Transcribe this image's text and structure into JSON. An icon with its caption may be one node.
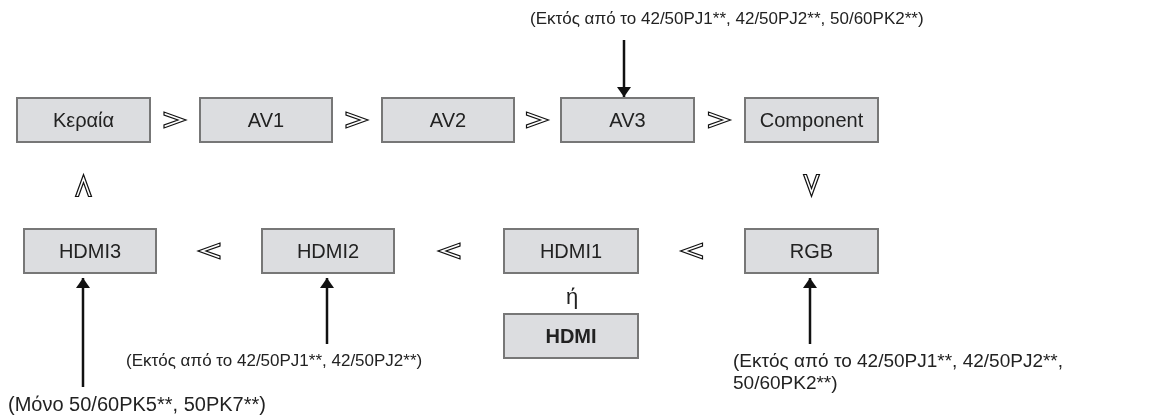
{
  "diagram": {
    "nodes": [
      {
        "text": [
          "Κεραία"
        ]
      },
      {
        "text": [
          "AV1"
        ]
      },
      {
        "text": [
          "AV2"
        ]
      },
      {
        "text": [
          "AV3"
        ]
      },
      {
        "text": [
          "Component"
        ]
      },
      {
        "text": [
          "RGB"
        ]
      },
      {
        "text": [
          "HDMI1"
        ]
      },
      {
        "text": [
          "HDMI2"
        ]
      },
      {
        "text": [
          "HDMI3"
        ]
      },
      {
        "text": [
          "HDMI"
        ]
      },
      {
        "text": [
          "(Εκτός από το 42/50PJ1**, 42/50PJ2**, 50/60PK2**)"
        ]
      },
      {
        "text": [
          "(Μόνο 50/60PK5**, 50PK7**)"
        ]
      },
      {
        "text": [
          "(Εκτός από το 42/50PJ1**, 42/50PJ2**)"
        ]
      },
      {
        "text": [
          "(Εκτός από το 42/50PJ1**, 42/50PJ2**, 50/60PK2**)"
        ]
      }
    ],
    "edges": [
      {
        "from": 0,
        "to": 1,
        "arrow": "to"
      },
      {
        "from": 1,
        "to": 2,
        "arrow": "to"
      },
      {
        "from": 2,
        "to": 3,
        "arrow": "to"
      },
      {
        "from": 3,
        "to": 4,
        "arrow": "to"
      },
      {
        "from": 4,
        "to": 5,
        "arrow": "to"
      },
      {
        "from": 5,
        "to": 6,
        "arrow": "to"
      },
      {
        "from": 6,
        "to": 7,
        "arrow": "to"
      },
      {
        "from": 7,
        "to": 8,
        "arrow": "to"
      },
      {
        "from": 8,
        "to": 0,
        "arrow": "to"
      },
      {
        "from": 10,
        "to": 3,
        "arrow": "to"
      },
      {
        "from": 11,
        "to": 8,
        "arrow": "to"
      },
      {
        "from": 12,
        "to": 7,
        "arrow": "to"
      },
      {
        "from": 13,
        "to": 5,
        "arrow": "to"
      }
    ],
    "labels": [
      "ή"
    ]
  }
}
